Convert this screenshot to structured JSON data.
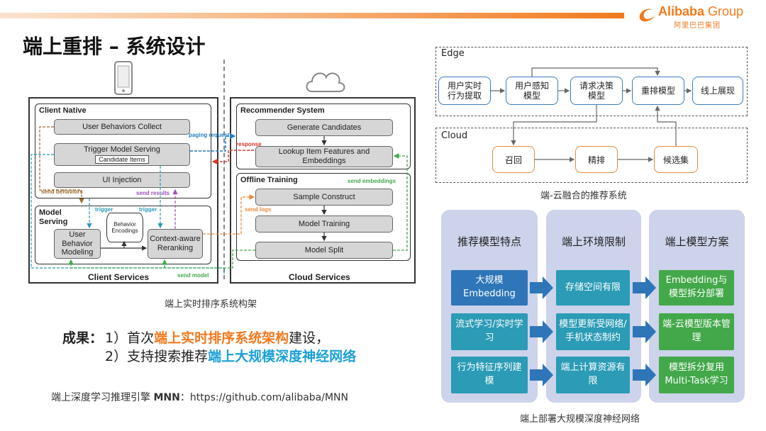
{
  "header": {
    "logo_brand": "Alibaba",
    "logo_group": "Group",
    "logo_cn": "阿里巴巴集团",
    "title": "端上重排 – 系统设计",
    "brand_color": "#f07a1e"
  },
  "left_diagram": {
    "client_native_label": "Client Native",
    "collect": "User Behaviors Collect",
    "trigger_serving": "Trigger Model Serving",
    "candidate_items": "Candidate Items",
    "ui_injection": "UI Injection",
    "send_behaviors": "send behaviors",
    "send_results": "send results",
    "model_serving_label": "Model Serving",
    "trigger": "trigger",
    "ubm": "User Behavior Modeling",
    "behavior_enc": "Behavior Encodings",
    "car": "Context-aware Reranking",
    "client_services": "Client Services",
    "paging_request": "paging request",
    "response": "response",
    "recsys_label": "Recommender System",
    "gen_candidates": "Generate Candidates",
    "lookup": "Lookup Item Features and Embeddings",
    "offline_label": "Offline Training",
    "send_embeddings": "send embeddings",
    "sample": "Sample Construct",
    "send_logs": "send logs",
    "training": "Model Training",
    "split": "Model Split",
    "send_model": "send model",
    "cloud_services": "Cloud Services",
    "icons": [
      "phone-icon",
      "cloud-icon"
    ]
  },
  "left_caption": "端上实时排序系统构架",
  "results": {
    "label": "成果：",
    "line1_pre": "1）首次",
    "line1_hl": "端上实时排序系统架构",
    "line1_post": "建设，",
    "line2_pre": "2）支持搜索推荐",
    "line2_hl": "端上大规模深度神经网络",
    "hl_orange": "#f07a1e",
    "hl_blue": "#1aa0d8"
  },
  "mnn": {
    "text": "端上深度学习推理引擎 ",
    "bold": "MNN",
    "url": "：https://github.com/alibaba/MNN"
  },
  "edge_cloud": {
    "edge_label": "Edge",
    "e1": "用户实时\n行为提取",
    "e2": "用户感知\n模型",
    "e3": "请求决策\n模型",
    "e4": "重排模型",
    "e5": "线上展现",
    "cloud_label": "Cloud",
    "c1": "召回",
    "c2": "精排",
    "c3": "候选集",
    "caption": "端-云融合的推荐系统",
    "edge_color": "#3b7bbf",
    "cloud_color": "#e88a3c"
  },
  "table": {
    "col1": "推荐模型特点",
    "col2": "端上环境限制",
    "col3": "端上模型方案",
    "r1": [
      "大规模\nEmbedding",
      "存储空间有限",
      "Embedding与\n模型拆分部署"
    ],
    "r2": [
      "流式学习/实时学\n习",
      "模型更新受网络/\n手机状态制约",
      "端-云模型版本管\n理"
    ],
    "r3": [
      "行为特征序列建\n模",
      "端上计算资源有\n限",
      "模型拆分复用\nMulti-Task学习"
    ],
    "caption": "端上部署大规模深度神经网络",
    "colors": {
      "blue": "#2e76b8",
      "teal": "#2b9bb6",
      "green": "#43a84a",
      "column_bg": "#ccd3ea"
    }
  }
}
